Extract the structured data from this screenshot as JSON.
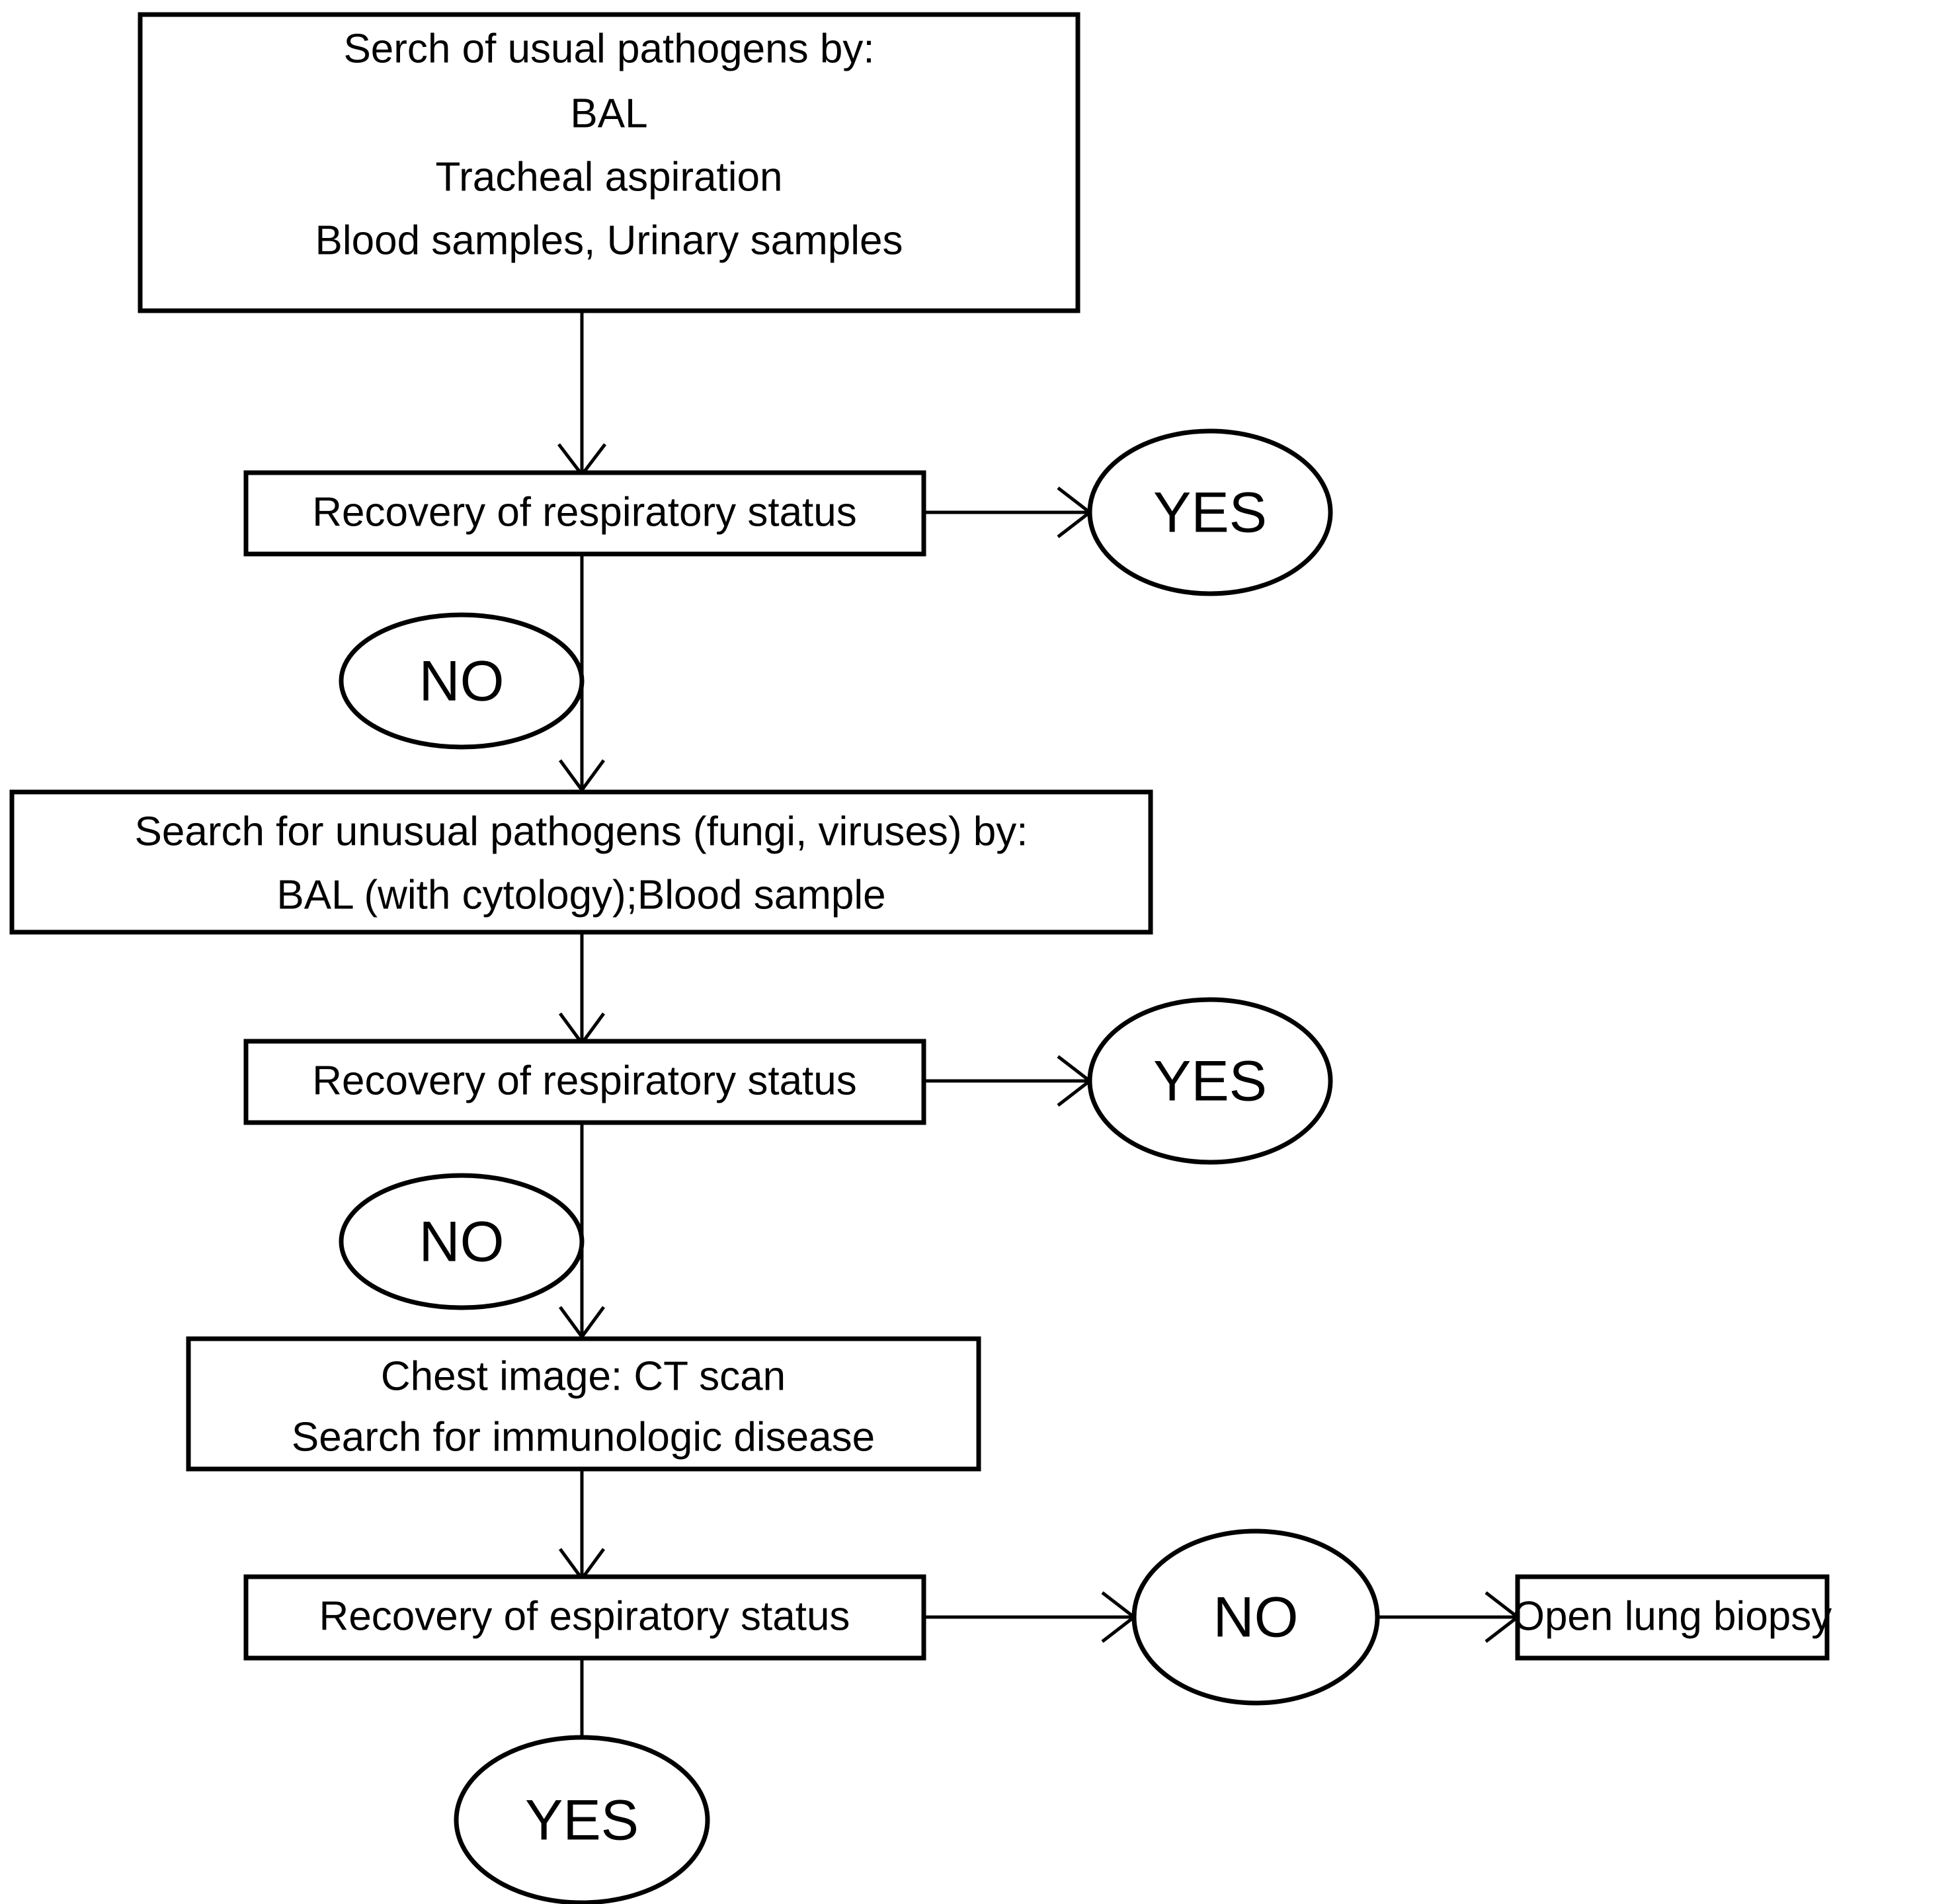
{
  "diagram": {
    "title": "Diagnostic flowchart for persistent respiratory failure",
    "type": "flowchart",
    "background_color": "#ffffff",
    "stroke_color": "#000000",
    "nodes": [
      {
        "id": "search-usual-pathogens",
        "shape": "rectangle",
        "lines": [
          "Serch of usual pathogens by:",
          "BAL",
          "Tracheal aspiration",
          "Blood samples, Urinary samples"
        ]
      },
      {
        "id": "recovery-1",
        "shape": "rectangle",
        "lines": [
          "Recovery of respiratory status"
        ]
      },
      {
        "id": "yes-1",
        "shape": "ellipse",
        "lines": [
          "YES"
        ]
      },
      {
        "id": "no-1",
        "shape": "ellipse",
        "lines": [
          "NO"
        ]
      },
      {
        "id": "search-unusual-pathogens",
        "shape": "rectangle",
        "lines": [
          "Search for unusual pathogens (fungi, viruses) by:",
          "BAL (with cytology);Blood sample"
        ]
      },
      {
        "id": "recovery-2",
        "shape": "rectangle",
        "lines": [
          "Recovery of respiratory status"
        ]
      },
      {
        "id": "yes-2",
        "shape": "ellipse",
        "lines": [
          "YES"
        ]
      },
      {
        "id": "no-2",
        "shape": "ellipse",
        "lines": [
          "NO"
        ]
      },
      {
        "id": "chest-image",
        "shape": "rectangle",
        "lines": [
          "Chest image: CT scan",
          "Search for immunologic disease"
        ]
      },
      {
        "id": "recovery-3",
        "shape": "rectangle",
        "lines": [
          "Recovery of espiratory status"
        ]
      },
      {
        "id": "no-3",
        "shape": "ellipse",
        "lines": [
          "NO"
        ]
      },
      {
        "id": "open-lung-biopsy",
        "shape": "rectangle",
        "lines": [
          "Open lung biopsy"
        ]
      },
      {
        "id": "yes-3",
        "shape": "ellipse",
        "lines": [
          "YES"
        ]
      }
    ],
    "edges": [
      {
        "from": "search-usual-pathogens",
        "to": "recovery-1",
        "direction": "down"
      },
      {
        "from": "recovery-1",
        "to": "yes-1",
        "direction": "right"
      },
      {
        "from": "recovery-1",
        "to": "search-unusual-pathogens",
        "direction": "down",
        "label": "NO"
      },
      {
        "from": "search-unusual-pathogens",
        "to": "recovery-2",
        "direction": "down"
      },
      {
        "from": "recovery-2",
        "to": "yes-2",
        "direction": "right"
      },
      {
        "from": "recovery-2",
        "to": "chest-image",
        "direction": "down",
        "label": "NO"
      },
      {
        "from": "chest-image",
        "to": "recovery-3",
        "direction": "down"
      },
      {
        "from": "recovery-3",
        "to": "no-3",
        "direction": "right"
      },
      {
        "from": "no-3",
        "to": "open-lung-biopsy",
        "direction": "right"
      },
      {
        "from": "recovery-3",
        "to": "yes-3",
        "direction": "down"
      }
    ]
  },
  "labels": {
    "box1_line1": "Serch of usual pathogens by:",
    "box1_line2": "BAL",
    "box1_line3": "Tracheal aspiration",
    "box1_line4": "Blood samples, Urinary samples",
    "recovery1": "Recovery of respiratory status",
    "yes1": "YES",
    "no1": "NO",
    "box3_line1": "Search for unusual pathogens (fungi, viruses) by:",
    "box3_line2": "BAL (with cytology);Blood sample",
    "recovery2": "Recovery of respiratory status",
    "yes2": "YES",
    "no2": "NO",
    "box5_line1": "Chest image: CT scan",
    "box5_line2": "Search for immunologic disease",
    "recovery3": "Recovery of espiratory status",
    "no3": "NO",
    "openlungbiopsy": "Open lung biopsy",
    "yes3": "YES"
  }
}
